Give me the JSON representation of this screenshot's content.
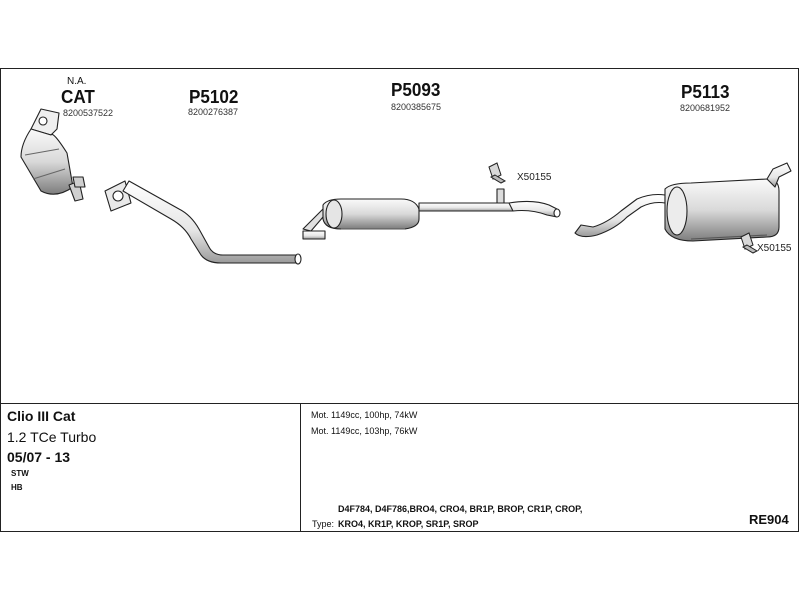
{
  "parts": [
    {
      "code": "CAT",
      "oem": "8200537522",
      "note": "N.A."
    },
    {
      "code": "P5102",
      "oem": "8200276387"
    },
    {
      "code": "P5093",
      "oem": "8200385675"
    },
    {
      "code": "P5113",
      "oem": "8200681952"
    }
  ],
  "accessories": [
    {
      "code": "X50155"
    },
    {
      "code": "X50155"
    }
  ],
  "vehicle": {
    "model": "Clio III Cat",
    "engine": "1.2 TCe Turbo",
    "years": "05/07 - 13",
    "body_types": [
      "STW",
      "HB"
    ]
  },
  "motors": [
    "Mot. 1149cc, 100hp, 74kW",
    "Mot. 1149cc, 103hp, 76kW"
  ],
  "type_codes": {
    "label": "Type:",
    "line1": "D4F784, D4F786,BRO4, CRO4, BR1P, BROP, CR1P, CROP,",
    "line2": "KRO4, KR1P, KROP, SR1P, SROP"
  },
  "reference": "RE904",
  "colors": {
    "line": "#222222",
    "fill_light": "#f2f2f2",
    "fill_mid": "#cfcfcf",
    "fill_dark": "#8a8a8a"
  }
}
